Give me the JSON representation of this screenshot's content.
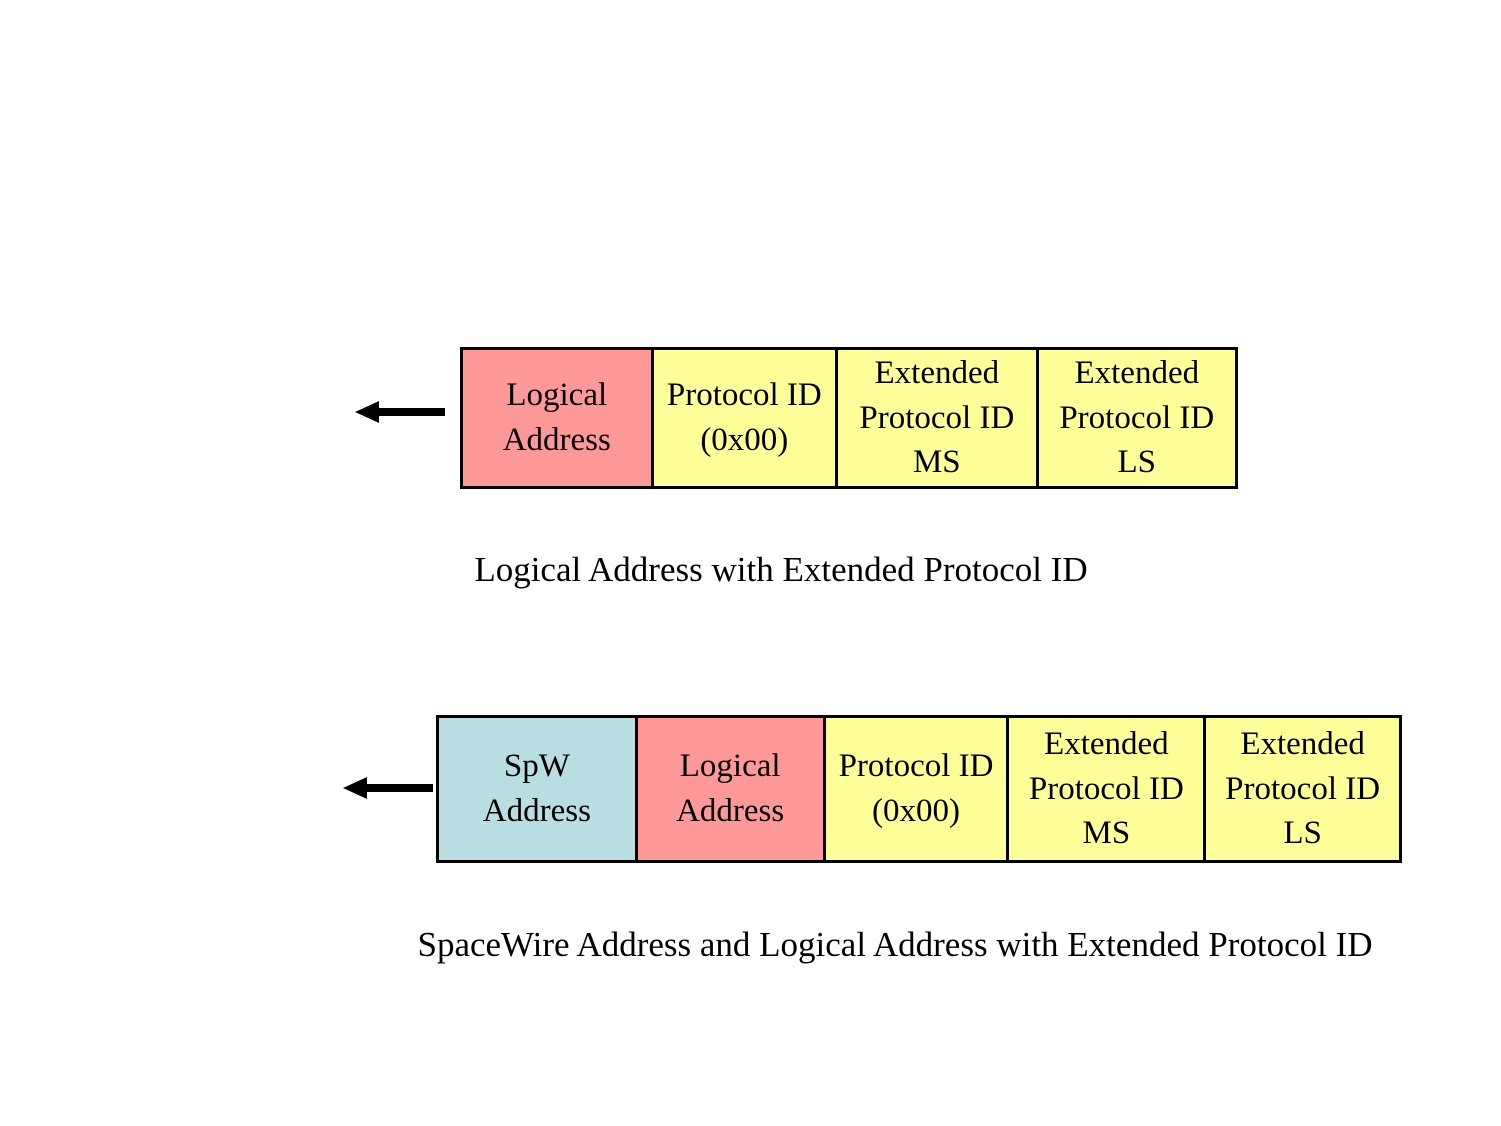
{
  "colors": {
    "pink": "#FF9999",
    "yellow": "#FFFF99",
    "blue": "#B8DEE2",
    "border": "#000000",
    "arrow": "#000000",
    "background": "#FFFFFF"
  },
  "diagram1": {
    "caption": "Logical Address with Extended Protocol ID",
    "cells": [
      {
        "label": "Logical\nAddress",
        "color_key": "pink"
      },
      {
        "label": "Protocol ID\n(0x00)",
        "color_key": "yellow"
      },
      {
        "label": "Extended\nProtocol ID\nMS",
        "color_key": "yellow"
      },
      {
        "label": "Extended\nProtocol ID\nLS",
        "color_key": "yellow"
      }
    ]
  },
  "diagram2": {
    "caption": "SpaceWire Address and Logical Address with Extended Protocol ID",
    "cells": [
      {
        "label": "SpW\nAddress",
        "color_key": "blue"
      },
      {
        "label": "Logical\nAddress",
        "color_key": "pink"
      },
      {
        "label": "Protocol ID\n(0x00)",
        "color_key": "yellow"
      },
      {
        "label": "Extended\nProtocol ID\nMS",
        "color_key": "yellow"
      },
      {
        "label": "Extended\nProtocol ID\nLS",
        "color_key": "yellow"
      }
    ]
  }
}
